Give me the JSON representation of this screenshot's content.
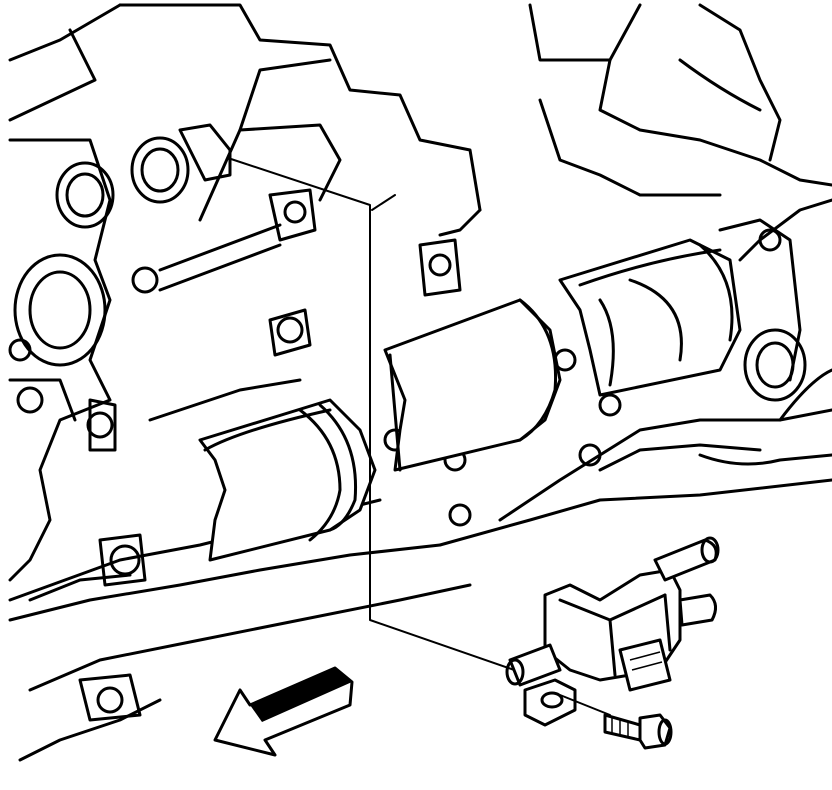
{
  "diagram": {
    "kind": "technical line illustration",
    "stroke_color": "#000000",
    "background_color": "#ffffff",
    "parts": [
      {
        "id": "engine-block",
        "icon": "engine-block-icon"
      },
      {
        "id": "intake-manifold",
        "icon": "manifold-icon"
      },
      {
        "id": "purge-solenoid-valve",
        "icon": "solenoid-valve-icon"
      },
      {
        "id": "mounting-bolt",
        "icon": "bolt-icon"
      },
      {
        "id": "direction-arrow",
        "icon": "arrow-left-down-icon"
      }
    ]
  }
}
